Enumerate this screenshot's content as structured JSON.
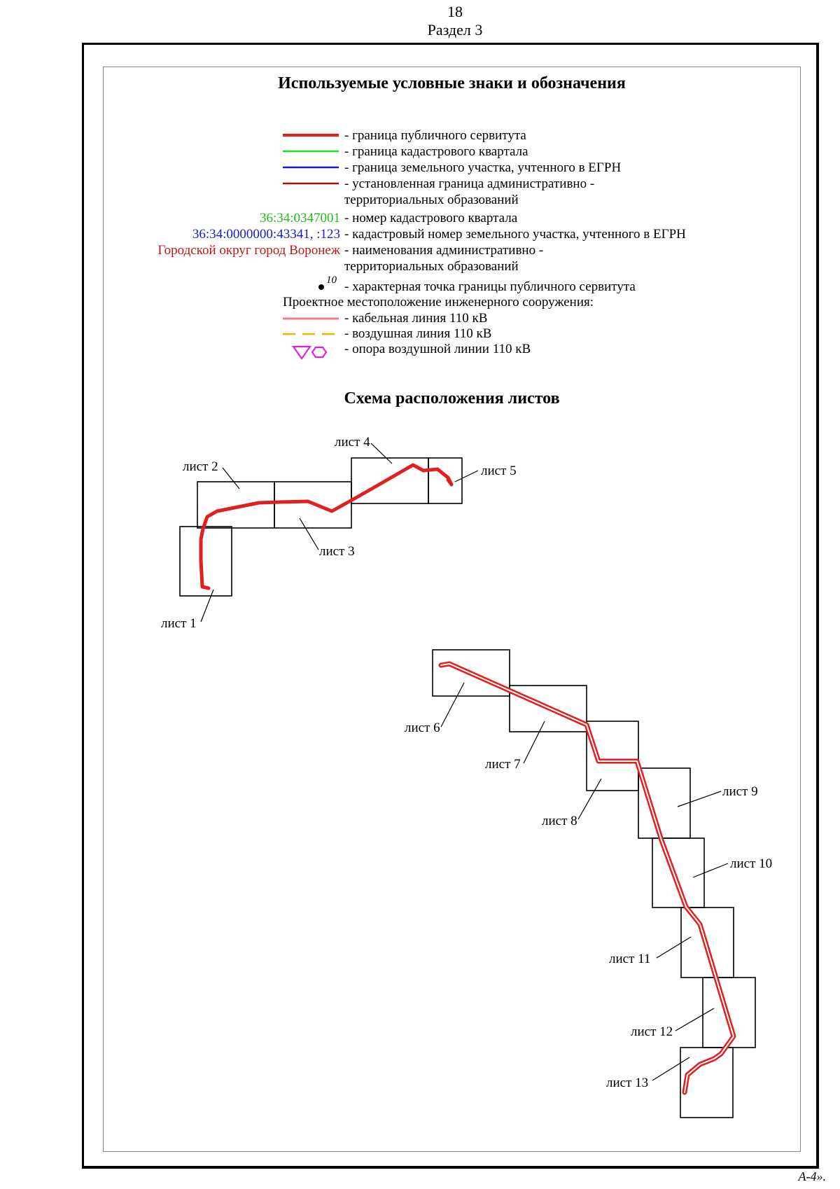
{
  "header": {
    "page_number": "18",
    "section": "Раздел 3"
  },
  "legend": {
    "title": "Используемые условные знаки и обозначения",
    "items": [
      {
        "text": "- граница публичного сервитута",
        "color": "#e02020"
      },
      {
        "text": "- граница кадастрового квартала",
        "color": "#22dd22"
      },
      {
        "text": "- граница земельного участка, учтенного в ЕГРН",
        "color": "#1a1acc"
      },
      {
        "text": "- установленная граница административно -",
        "text2": "территориальных образований",
        "color": "#a01010"
      },
      {
        "label": "36:34:0347001",
        "text": "- номер кадастрового квартала",
        "color": "#22bb22"
      },
      {
        "label": "36:34:0000000:43341, :123",
        "text": "- кадастровый номер земельного участка, учтенного в ЕГРН",
        "color": "#1a1acc"
      },
      {
        "label": "Городской округ город Воронеж",
        "text": "- наименования административно -",
        "text2": "территориальных образований",
        "color": "#c01818"
      },
      {
        "point_label": "10",
        "text": "- характерная точка границы публичного сервитута"
      }
    ],
    "project_header": "Проектное местоположение инженерного сооружения:",
    "project_items": [
      {
        "text": "- кабельная линия 110 кВ",
        "color": "#f08080"
      },
      {
        "text": "- воздушная линия 110 кВ",
        "color": "#f0b400"
      },
      {
        "text": "- опора воздушной линии 110 кВ",
        "color": "#e020e0"
      }
    ]
  },
  "scheme": {
    "title": "Схема расположения листов",
    "sheets": [
      {
        "label": "лист 1"
      },
      {
        "label": "лист 2"
      },
      {
        "label": "лист 3"
      },
      {
        "label": "лист 4"
      },
      {
        "label": "лист 5"
      },
      {
        "label": "лист 6"
      },
      {
        "label": "лист 7"
      },
      {
        "label": "лист 8"
      },
      {
        "label": "лист 9"
      },
      {
        "label": "лист 10"
      },
      {
        "label": "лист 11"
      },
      {
        "label": "лист 12"
      },
      {
        "label": "лист 13"
      }
    ]
  },
  "footer": {
    "text": "А-4»."
  }
}
